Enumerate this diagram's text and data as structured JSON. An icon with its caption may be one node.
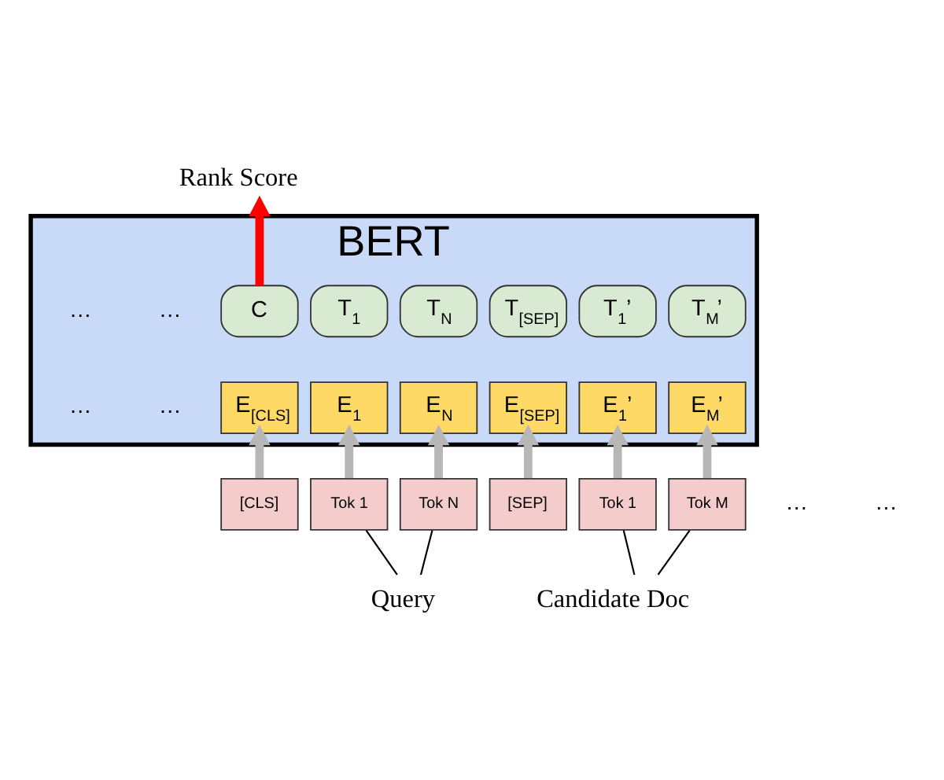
{
  "diagram": {
    "nodes": [
      {
        "text": [
          "BERT"
        ]
      },
      {
        "text": [
          "C"
        ],
        "in": 0
      },
      {
        "text": [
          "T$_{1}$"
        ],
        "in": 0
      },
      {
        "text": [
          "T$_{N}$"
        ],
        "in": 0
      },
      {
        "text": [
          "T$_{[SEP]}$"
        ],
        "in": 0
      },
      {
        "text": [
          "T$_{1}$’"
        ],
        "in": 0
      },
      {
        "text": [
          "T$_{M}$’"
        ],
        "in": 0
      },
      {
        "text": [
          "E$_{[CLS]}$"
        ],
        "in": 0
      },
      {
        "text": [
          "E$_{1}$"
        ],
        "in": 0
      },
      {
        "text": [
          "E$_{N}$"
        ],
        "in": 0
      },
      {
        "text": [
          "E$_{[SEP]}$"
        ],
        "in": 0
      },
      {
        "text": [
          "E$_{1}$’"
        ],
        "in": 0
      },
      {
        "text": [
          "E$_{M}$’"
        ],
        "in": 0
      },
      {
        "text": [
          "[CLS]"
        ]
      },
      {
        "text": [
          "Tok 1"
        ]
      },
      {
        "text": [
          "Tok N"
        ]
      },
      {
        "text": [
          "[SEP]"
        ]
      },
      {
        "text": [
          "Tok 1"
        ]
      },
      {
        "text": [
          "Tok M"
        ]
      },
      {
        "text": [
          "Rank Score"
        ]
      },
      {
        "text": [
          "Query"
        ]
      },
      {
        "text": [
          "Candidate Doc"
        ]
      }
    ],
    "edges": [
      {
        "from": 1,
        "to": 19,
        "arrow": "to",
        "color": "#ff0000"
      },
      {
        "from": 13,
        "to": 7,
        "arrow": "to"
      },
      {
        "from": 14,
        "to": 8,
        "arrow": "to"
      },
      {
        "from": 15,
        "to": 9,
        "arrow": "to"
      },
      {
        "from": 16,
        "to": 10,
        "arrow": "to"
      },
      {
        "from": 17,
        "to": 11,
        "arrow": "to"
      },
      {
        "from": 18,
        "to": 12,
        "arrow": "to"
      },
      {
        "from": 14,
        "to": 20,
        "arrow": "none",
        "color": "#000000"
      },
      {
        "from": 15,
        "to": 20,
        "arrow": "none",
        "color": "#000000"
      },
      {
        "from": 17,
        "to": 21,
        "arrow": "none",
        "color": "#000000"
      },
      {
        "from": 18,
        "to": 21,
        "arrow": "none",
        "color": "#000000"
      }
    ],
    "labels": [
      "…",
      "…",
      "…",
      "…",
      "…",
      "…"
    ]
  }
}
